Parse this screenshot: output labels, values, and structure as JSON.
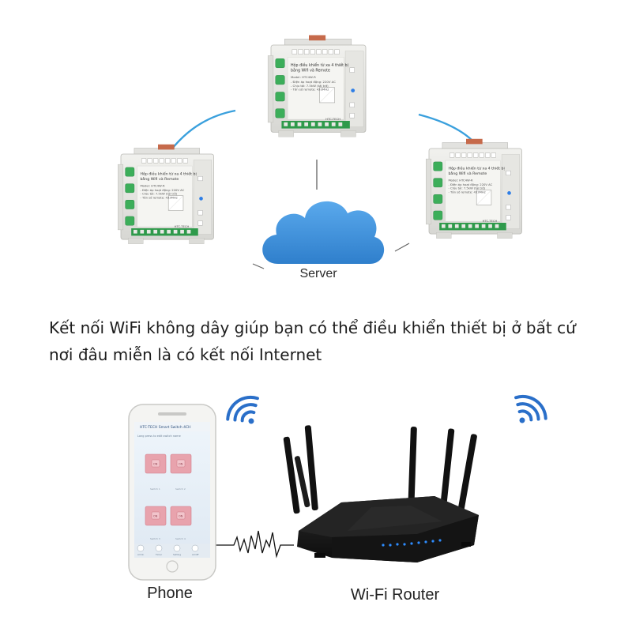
{
  "caption": {
    "line1": "Kết nối WiFi không dây giúp bạn có thể điều khiển thiết bị ở bất cứ",
    "line2": "nơi đâu miễn là có kết nối Internet"
  },
  "labels": {
    "server": "Server",
    "phone": "Phone",
    "router": "Wi-Fi Router"
  },
  "device": {
    "title_line1": "Hộp điều khiển từ xa 4 thiết bị",
    "title_line2": "bằng Wifi và Remote",
    "model": "Model: HTC4W-R",
    "spec1": "- Điện áp hoạt động: 220V AC",
    "spec2": "- Chịu tải: 7.5kW (tải trở)",
    "spec3": "- Tần số remote: 433MHz",
    "brand": "HTC-TECH"
  },
  "phone_app": {
    "header_title": "HTC-TECH Smart Switch 4CH",
    "subheader": "Long press to edit switch name",
    "switch_on_label": "ON",
    "switch_labels": [
      "Switch 1",
      "Switch 2",
      "Switch 3",
      "Switch 4"
    ],
    "bottom_items": [
      "All On",
      "Timer",
      "Setting",
      "All Off"
    ]
  },
  "colors": {
    "cloud": "#3b8fd8",
    "link_line": "#3aa0dd",
    "wifi_icon": "#2a6fc9",
    "device_body": "#e9e9e6",
    "device_button": "#3cae5a",
    "router_body": "#1a1a1a",
    "router_led": "#2e8cff",
    "phone_switch": "#e8a3ad",
    "phone_header": "#3aa5e6"
  }
}
